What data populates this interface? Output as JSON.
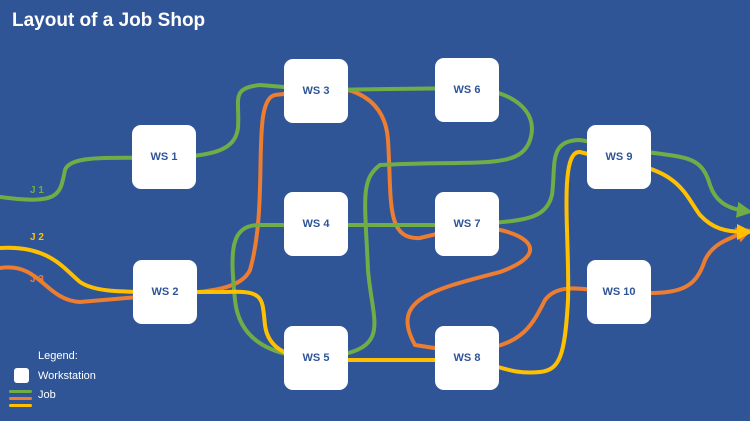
{
  "title": "Layout of a Job Shop",
  "colors": {
    "background": "#2F5597",
    "job1": "#70AD47",
    "job2": "#FFC000",
    "job3": "#ED7D31",
    "workstation": "#FFFFFF"
  },
  "workstations": {
    "ws1": "WS 1",
    "ws2": "WS 2",
    "ws3": "WS 3",
    "ws4": "WS 4",
    "ws5": "WS 5",
    "ws6": "WS 6",
    "ws7": "WS 7",
    "ws8": "WS 8",
    "ws9": "WS 9",
    "ws10": "WS 10"
  },
  "jobs": {
    "j1": "J 1",
    "j2": "J 2",
    "j3": "J 3"
  },
  "legend": {
    "title": "Legend:",
    "workstation": "Workstation",
    "job": "Job"
  }
}
